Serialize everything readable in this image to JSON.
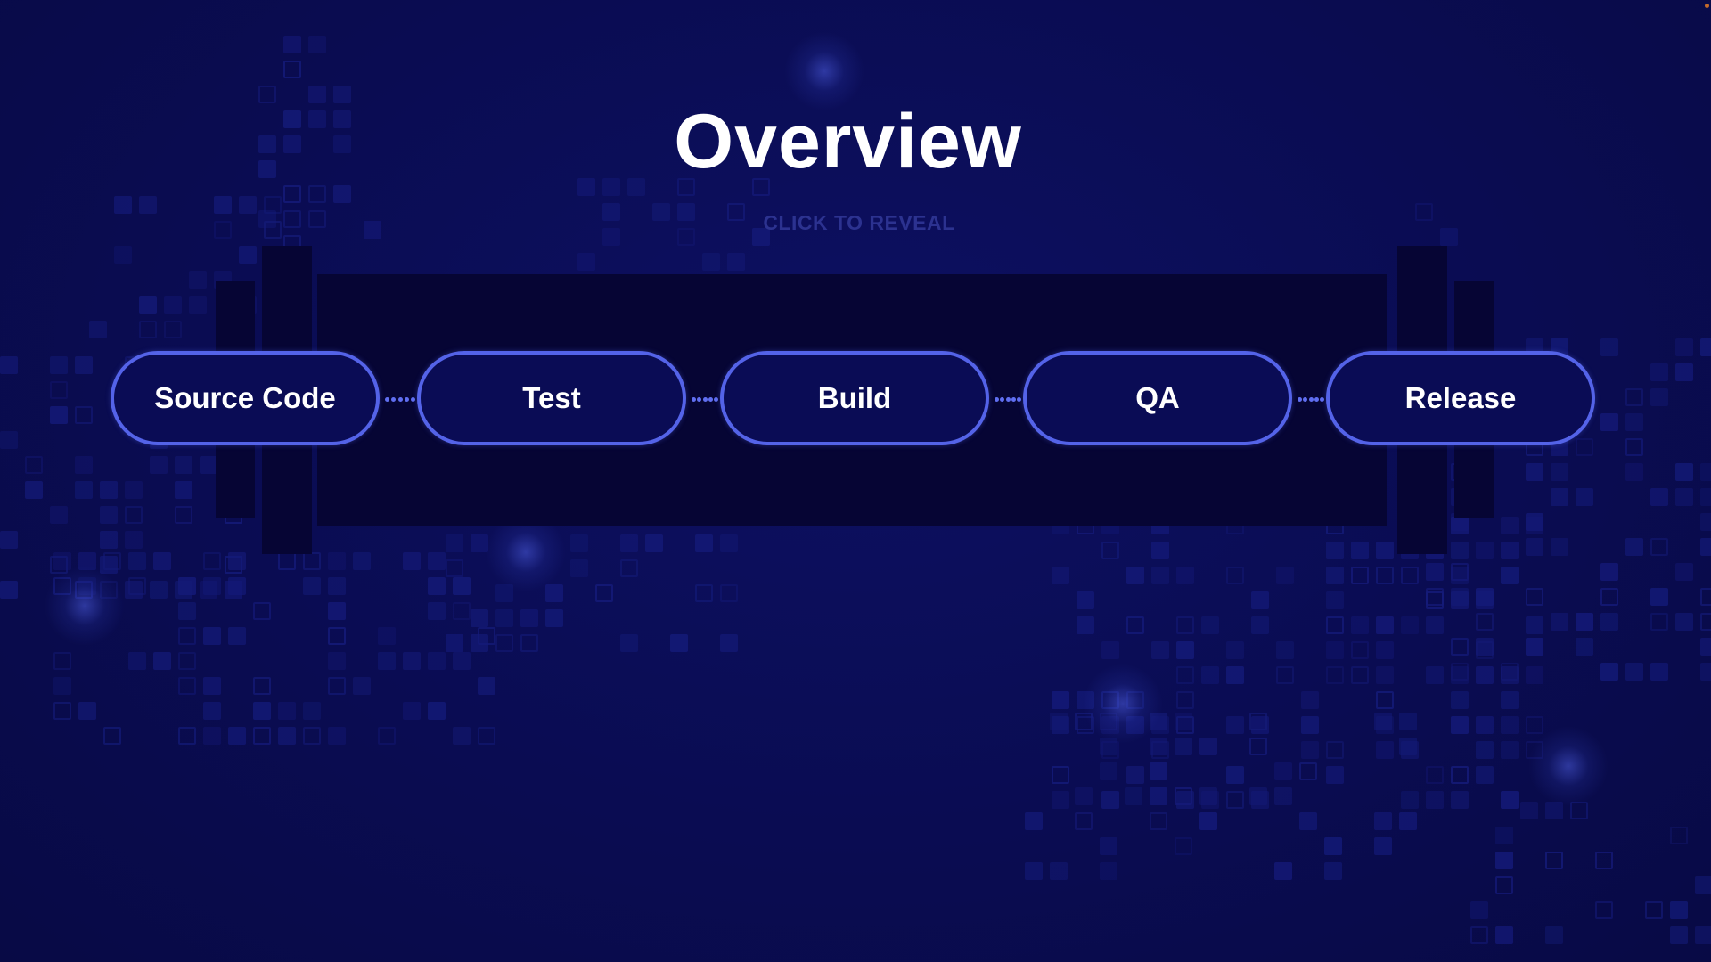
{
  "slide": {
    "title": "Overview",
    "hint": "CLICK TO REVEAL"
  },
  "pipeline": {
    "stages": [
      {
        "label": "Source Code"
      },
      {
        "label": "Test"
      },
      {
        "label": "Build"
      },
      {
        "label": "QA"
      },
      {
        "label": "Release"
      }
    ]
  },
  "colors": {
    "background": "#0b0d52",
    "pill_border": "#5463e8",
    "pill_fill": "#0a0c55",
    "title_text": "#ffffff",
    "hint_text": "#2c3290",
    "panel": "#060534"
  }
}
